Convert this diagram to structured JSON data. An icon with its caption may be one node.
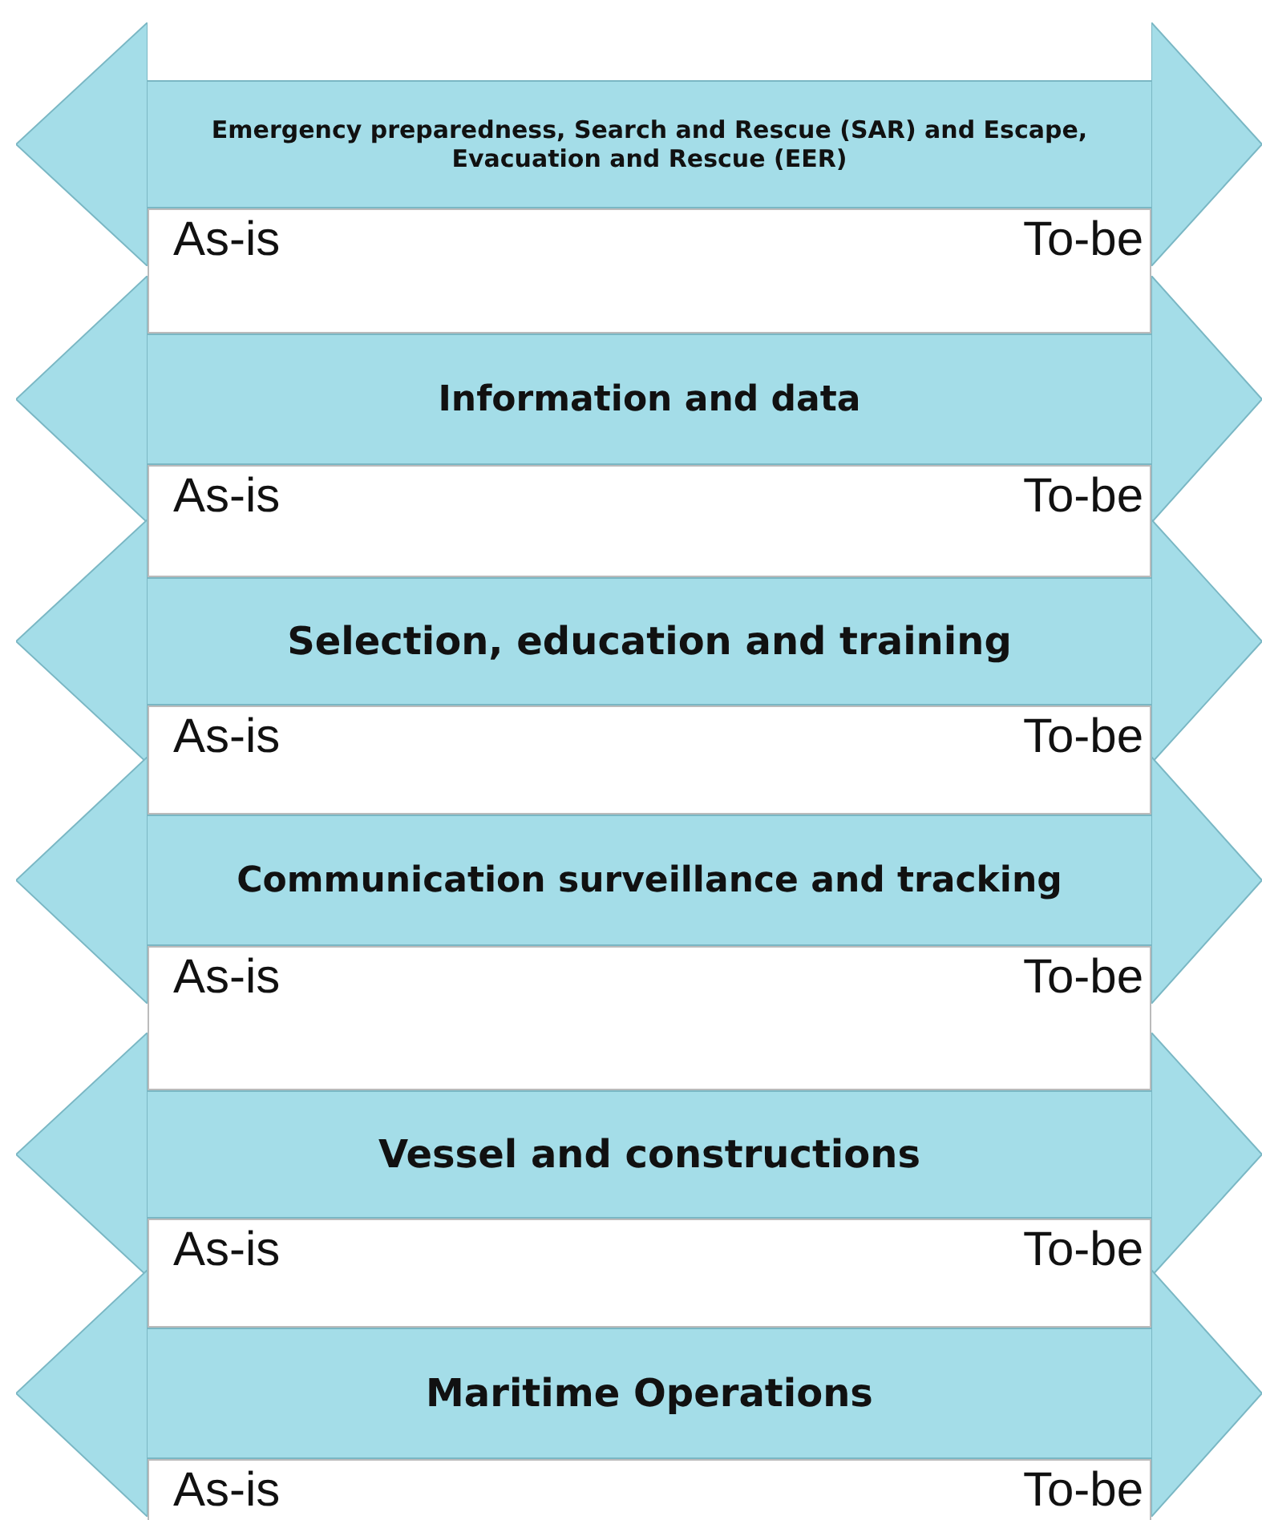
{
  "diagram": {
    "nodes": [
      {
        "text": [
          "Emergency  preparedness, Search and Rescue (SAR) and Escape, Evacuation and Rescue (EER)"
        ]
      },
      {
        "text": [
          "Information and data"
        ]
      },
      {
        "text": [
          "Selection, education and training"
        ]
      },
      {
        "text": [
          "Communication surveillance and tracking"
        ]
      },
      {
        "text": [
          "Vessel and constructions"
        ]
      },
      {
        "text": [
          "Maritime Operations"
        ]
      }
    ],
    "labels": [
      "As-is",
      "To-be",
      "As-is",
      "To-be",
      "As-is",
      "To-be",
      "As-is",
      "To-be",
      "As-is",
      "To-be",
      "As-is",
      "To-be"
    ]
  }
}
